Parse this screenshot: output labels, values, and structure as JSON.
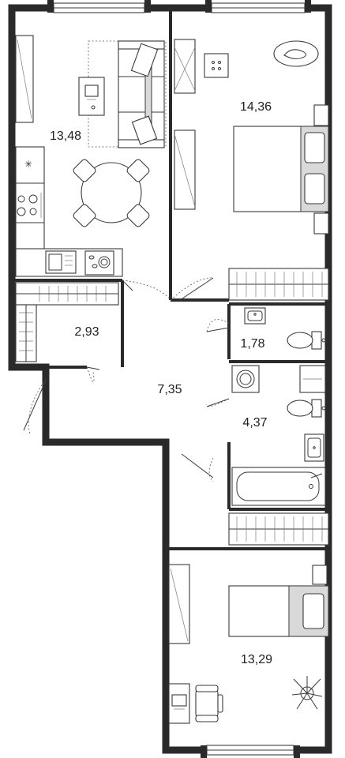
{
  "rooms": [
    {
      "id": "living-kitchen",
      "area": "13,48"
    },
    {
      "id": "bedroom-1",
      "area": "14,36"
    },
    {
      "id": "storage",
      "area": "2,93"
    },
    {
      "id": "toilet",
      "area": "1,78"
    },
    {
      "id": "hallway",
      "area": "7,35"
    },
    {
      "id": "bathroom",
      "area": "4,37"
    },
    {
      "id": "bedroom-2",
      "area": "13,29"
    }
  ],
  "colors": {
    "wall": "#2a2a2a",
    "furniture_fill": "#d9d9d9",
    "background": "#ffffff"
  },
  "icons": [
    "armchair-icon",
    "sofa-icon",
    "dining-table-icon",
    "stove-icon",
    "sink-icon",
    "washing-machine-icon",
    "toilet-icon",
    "bathtub-icon",
    "bed-icon",
    "desk-icon",
    "plant-icon",
    "rug-icon",
    "wardrobe-icon",
    "radiator-icon"
  ]
}
